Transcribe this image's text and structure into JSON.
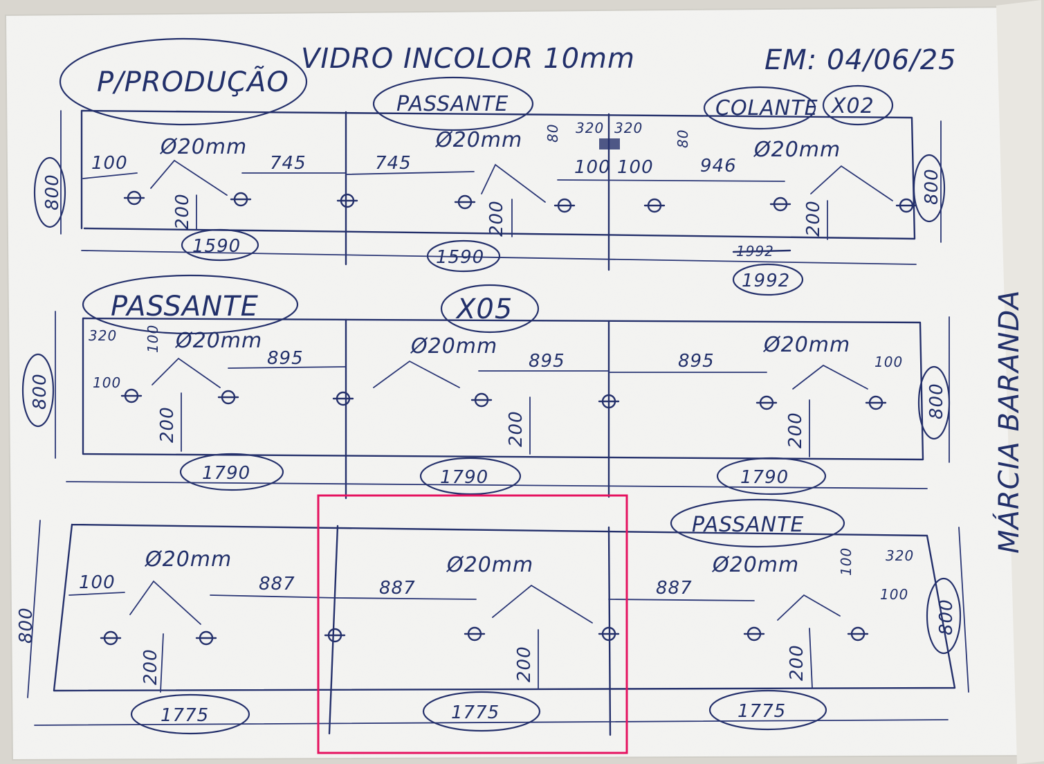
{
  "header": {
    "title": "VIDRO INCOLOR 10mm",
    "date": "EM: 04/06/25",
    "purpose": "P/PRODUÇÃO",
    "author": "MÁRCIA BARANDA"
  },
  "row1": {
    "type_label": "PASSANTE",
    "colante_label": "COLANTE",
    "quantity": "X02",
    "hole_label": "Ø20mm",
    "height": "800",
    "dims": {
      "edge_100_a": "100",
      "spacing_745_a": "745",
      "spacing_745_b": "745",
      "v_200_a": "200",
      "v_200_b": "200",
      "v_200_c": "200",
      "cut_80_a": "80",
      "cut_320_a": "320",
      "cut_320_b": "320",
      "cut_80_b": "80",
      "edge_100_b": "100",
      "edge_100_c": "100",
      "spacing_946": "946",
      "crossed_out": "1992"
    },
    "widths": [
      "1590",
      "1590",
      "1992"
    ]
  },
  "row2": {
    "type_label": "PASSANTE",
    "quantity": "X05",
    "hole_label": "Ø20mm",
    "height": "800",
    "dims": {
      "cut_320": "320",
      "cut_100": "100",
      "edge_100_a": "100",
      "edge_100_b": "100",
      "spacing_895_a": "895",
      "spacing_895_b": "895",
      "spacing_895_c": "895",
      "v_200_a": "200",
      "v_200_b": "200",
      "v_200_c": "200"
    },
    "widths": [
      "1790",
      "1790",
      "1790"
    ]
  },
  "row3": {
    "type_label": "PASSANTE",
    "hole_label": "Ø20mm",
    "height": "800",
    "dims": {
      "edge_100_a": "100",
      "spacing_887_a": "887",
      "spacing_887_b": "887",
      "spacing_887_c": "887",
      "v_200_a": "200",
      "v_200_b": "200",
      "v_200_c": "200",
      "cut_100": "100",
      "cut_320": "320",
      "edge_100_b": "100"
    },
    "widths": [
      "1775",
      "1775",
      "1775"
    ]
  },
  "highlight": {
    "color": "#e5125f"
  }
}
